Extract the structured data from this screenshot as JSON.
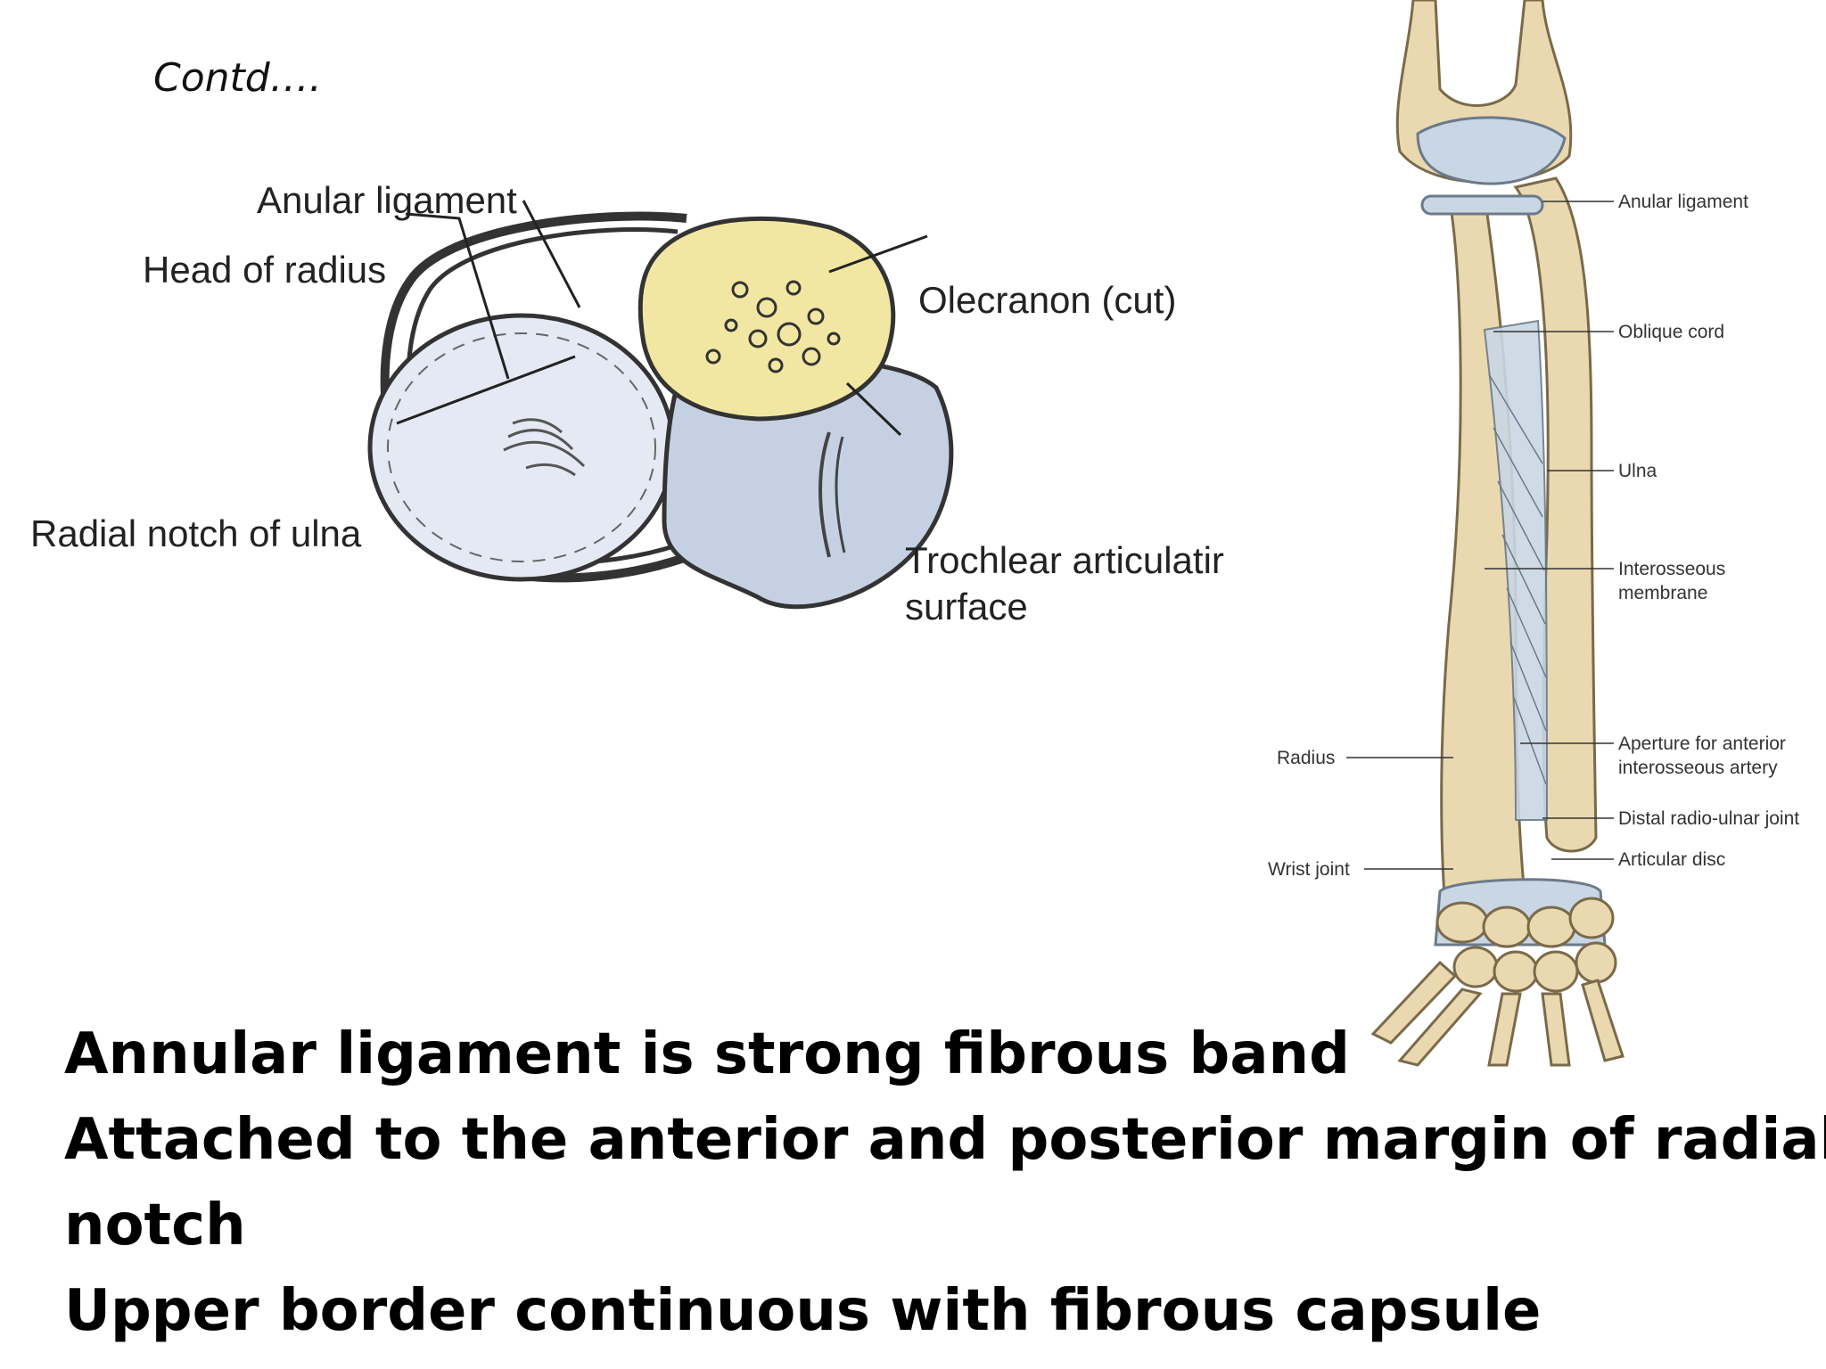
{
  "slide": {
    "heading": "Contd….",
    "bullets": [
      "Annular ligament is strong fibrous band",
      "Attached to the anterior and posterior margin of radial",
      "notch",
      "Upper border continuous with fibrous capsule"
    ]
  },
  "figure_left": {
    "labels": {
      "anular_ligament": "Anular ligament",
      "head_of_radius": "Head of radius",
      "olecranon": "Olecranon (cut)",
      "radial_notch": "Radial notch of ulna",
      "trochlear_line1": "Trochlear articulatir",
      "trochlear_line2": "surface"
    }
  },
  "figure_right": {
    "labels": {
      "anular_ligament": "Anular ligament",
      "oblique_cord": "Oblique cord",
      "ulna": "Ulna",
      "interosseous_line1": "Interosseous",
      "interosseous_line2": "membrane",
      "aperture_line1": "Aperture for anterior",
      "aperture_line2": "interosseous artery",
      "distal_radioulnar": "Distal radio-ulnar joint",
      "articular_disc": "Articular disc",
      "radius": "Radius",
      "wrist_joint": "Wrist joint"
    }
  },
  "colors": {
    "bone": "#ead9b0",
    "cartilage": "#c9d6e3",
    "cut_bone": "#f1e6a0",
    "ligament": "#444444"
  }
}
